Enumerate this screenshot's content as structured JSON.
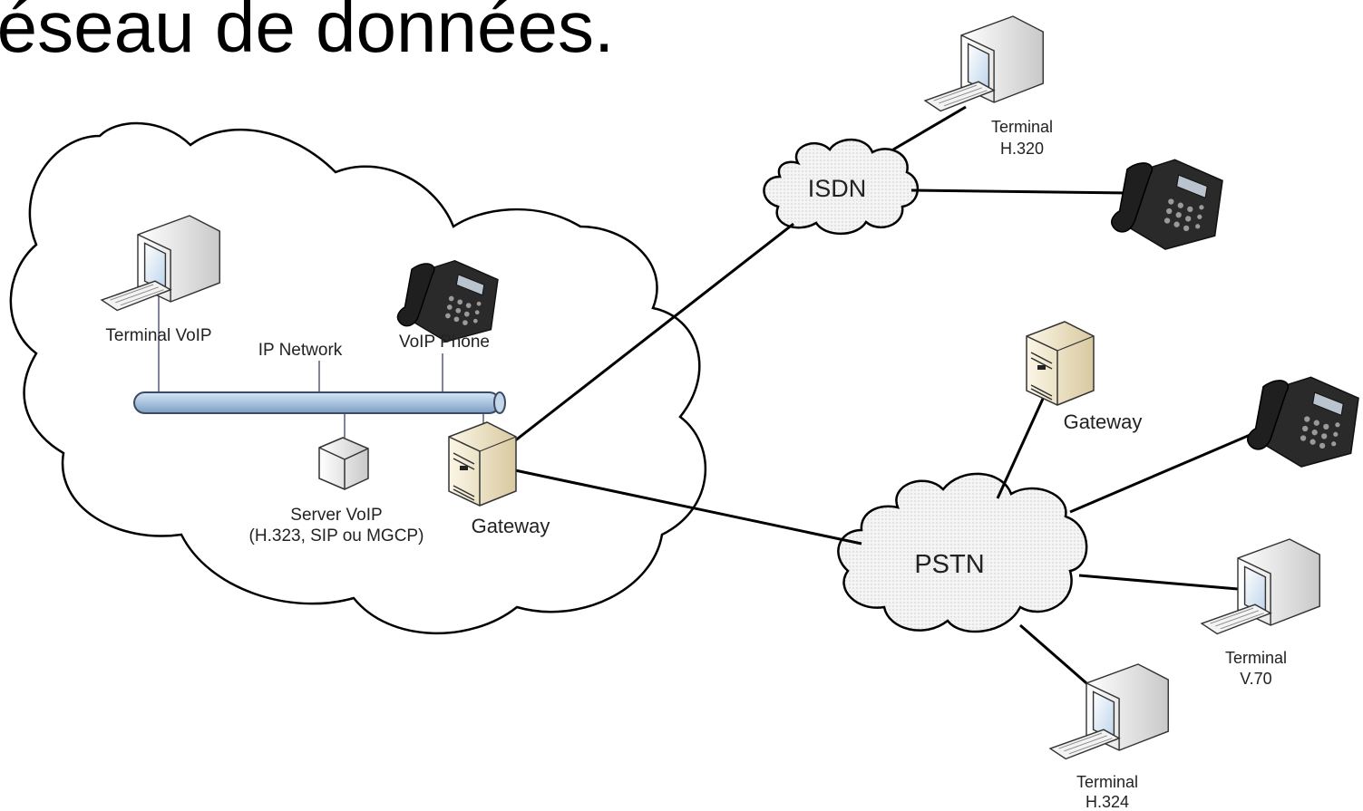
{
  "heading": "réseau de données.",
  "labels": {
    "terminal_voip": "Terminal VoIP",
    "ip_network": "IP Network",
    "voip_phone": "VoIP Phone",
    "server_voip": [
      "Server VoIP",
      "(H.323, SIP ou MGCP)"
    ],
    "gateway_local": "Gateway",
    "isdn": "ISDN",
    "pstn": "PSTN",
    "terminal_h320": [
      "Terminal",
      "H.320"
    ],
    "gateway_remote": "Gateway",
    "terminal_v70": [
      "Terminal",
      "V.70"
    ],
    "terminal_h324": [
      "Terminal",
      "H.324"
    ]
  },
  "icons": {
    "computer": "computer-icon",
    "phone": "phone-icon",
    "server": "server-icon",
    "gateway": "gateway-icon",
    "cloud": "cloud-icon"
  },
  "colors": {
    "pipe": "#a9c3df",
    "pipe_stroke": "#3a4b63",
    "gateway_body": "#e9dfc3",
    "cloud_fill": "#f2f2f2",
    "line": "#000000"
  }
}
